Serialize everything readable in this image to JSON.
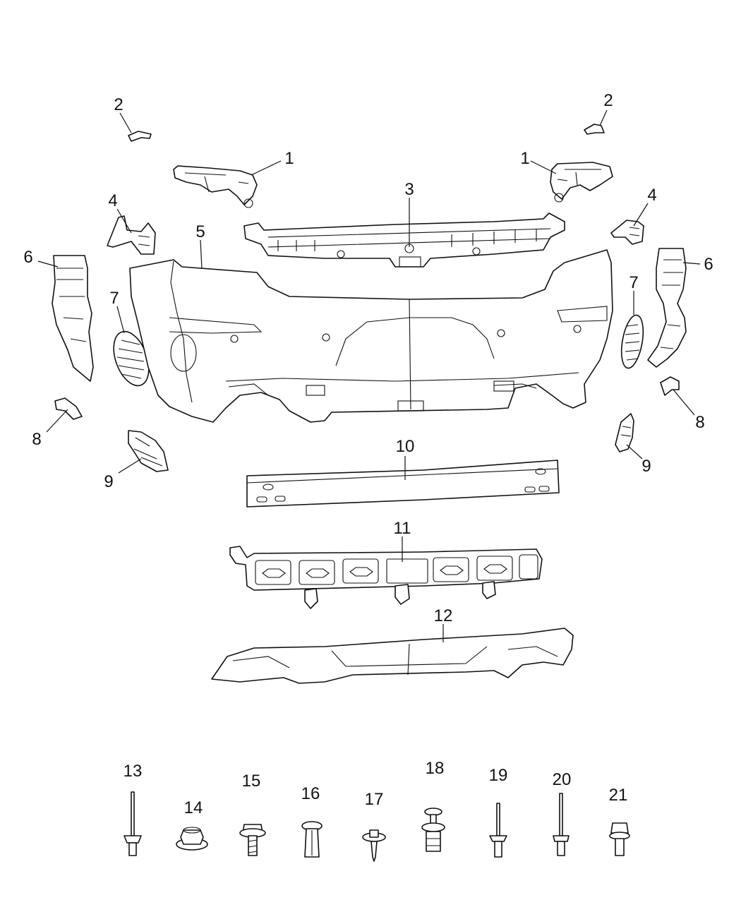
{
  "diagram": {
    "callouts": [
      {
        "id": "c2l",
        "text": "2"
      },
      {
        "id": "c2r",
        "text": "2"
      },
      {
        "id": "c1l",
        "text": "1"
      },
      {
        "id": "c1r",
        "text": "1"
      },
      {
        "id": "c3",
        "text": "3"
      },
      {
        "id": "c4l",
        "text": "4"
      },
      {
        "id": "c4r",
        "text": "4"
      },
      {
        "id": "c5",
        "text": "5"
      },
      {
        "id": "c6l",
        "text": "6"
      },
      {
        "id": "c6r",
        "text": "6"
      },
      {
        "id": "c7l",
        "text": "7"
      },
      {
        "id": "c7r",
        "text": "7"
      },
      {
        "id": "c8l",
        "text": "8"
      },
      {
        "id": "c8r",
        "text": "8"
      },
      {
        "id": "c9l",
        "text": "9"
      },
      {
        "id": "c9r",
        "text": "9"
      },
      {
        "id": "c10",
        "text": "10"
      },
      {
        "id": "c11",
        "text": "11"
      },
      {
        "id": "c12",
        "text": "12"
      },
      {
        "id": "c13",
        "text": "13"
      },
      {
        "id": "c14",
        "text": "14"
      },
      {
        "id": "c15",
        "text": "15"
      },
      {
        "id": "c16",
        "text": "16"
      },
      {
        "id": "c17",
        "text": "17"
      },
      {
        "id": "c18",
        "text": "18"
      },
      {
        "id": "c19",
        "text": "19"
      },
      {
        "id": "c20",
        "text": "20"
      },
      {
        "id": "c21",
        "text": "21"
      }
    ]
  }
}
